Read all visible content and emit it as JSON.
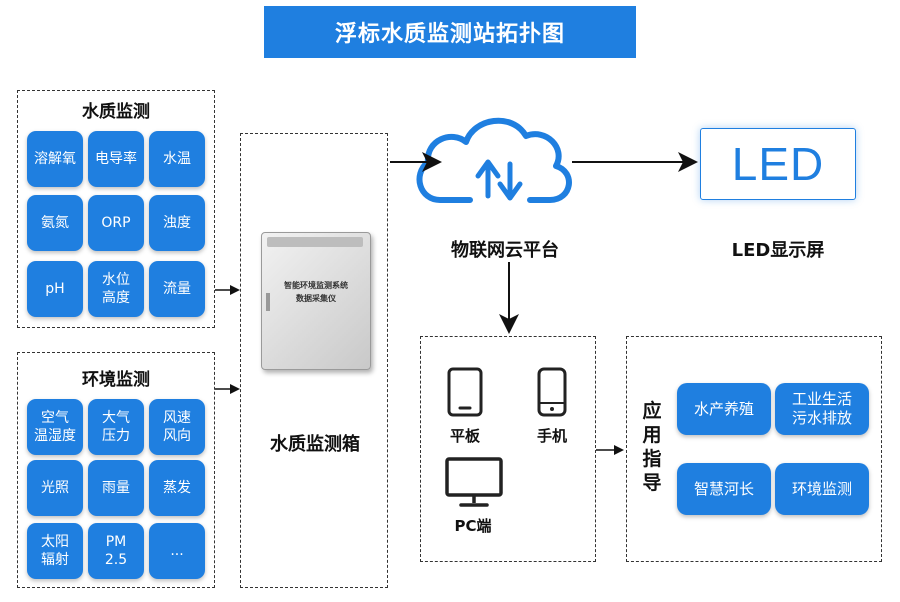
{
  "title": "浮标水质监测站拓扑图",
  "water_quality": {
    "heading": "水质监测",
    "items": [
      "溶解氧",
      "电导率",
      "水温",
      "氨氮",
      "ORP",
      "浊度",
      "pH",
      "水位\n高度",
      "流量"
    ]
  },
  "environment": {
    "heading": "环境监测",
    "items": [
      "空气\n温湿度",
      "大气\n压力",
      "风速\n风向",
      "光照",
      "雨量",
      "蒸发",
      "太阳\n辐射",
      "PM\n2.5",
      "..."
    ]
  },
  "device": {
    "label": "水质监测箱",
    "plate_line1": "智能环境监测系统",
    "plate_line2": "数据采集仪"
  },
  "cloud": {
    "label": "物联网云平台"
  },
  "led": {
    "screen_text": "LED",
    "label": "LED显示屏"
  },
  "terminals": {
    "tablet": "平板",
    "phone": "手机",
    "pc": "PC端"
  },
  "application": {
    "heading": "应\n用\n指\n导",
    "items": [
      "水产养殖",
      "工业生活\n污水排放",
      "智慧河长",
      "环境监测"
    ]
  },
  "colors": {
    "accent": "#1f7fe0",
    "text": "#111111",
    "border": "#333333"
  }
}
